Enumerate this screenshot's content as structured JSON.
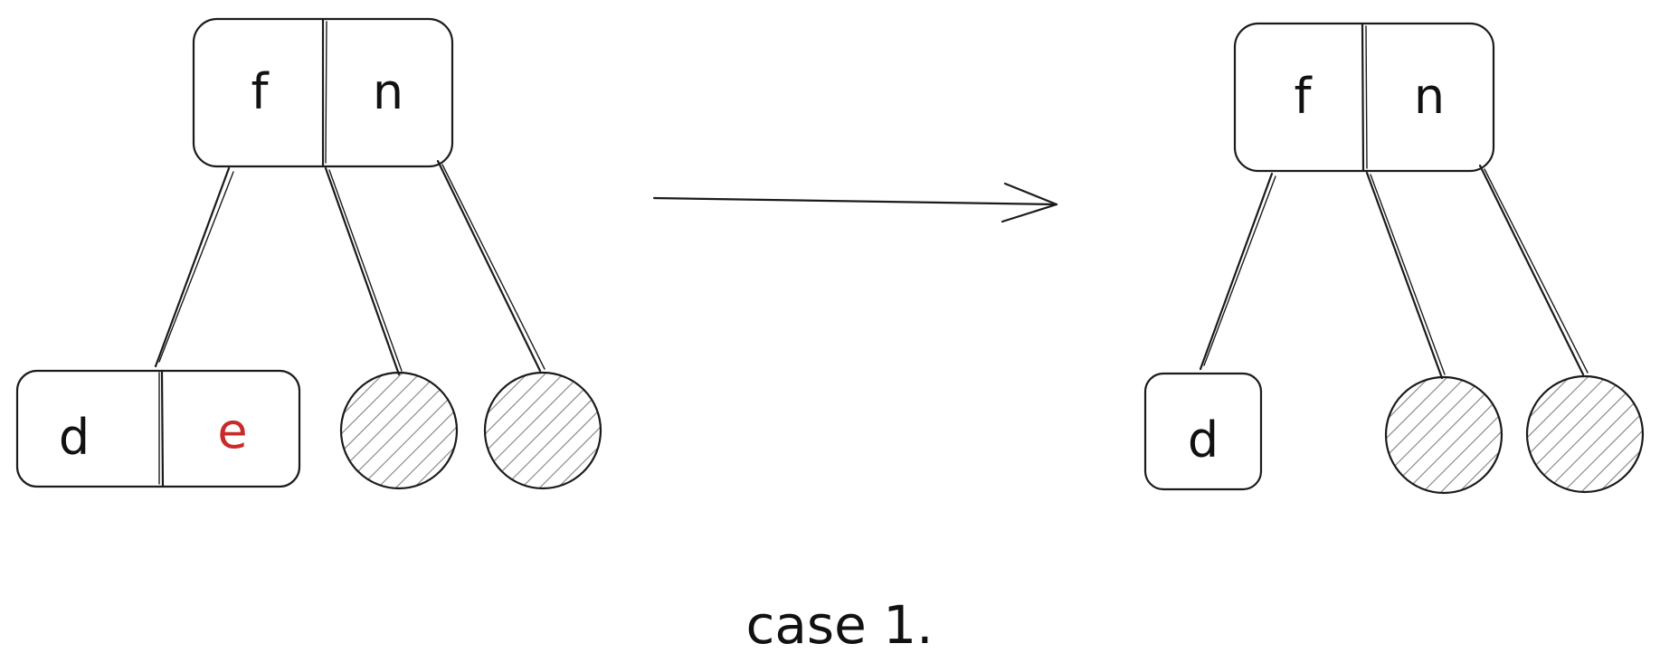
{
  "colors": {
    "stroke": "#1b1b1b",
    "highlight": "#c92a2a",
    "hatch": "#8d8d8d"
  },
  "before": {
    "root": {
      "keys": [
        "f",
        "n"
      ]
    },
    "left_child": {
      "keys": [
        "d",
        "e"
      ],
      "highlighted_key": "e"
    },
    "leaves": [
      "empty-hatched",
      "empty-hatched"
    ]
  },
  "after": {
    "root": {
      "keys": [
        "f",
        "n"
      ]
    },
    "left_child": {
      "keys": [
        "d"
      ]
    },
    "leaves": [
      "empty-hatched",
      "empty-hatched"
    ]
  },
  "caption": "case 1."
}
